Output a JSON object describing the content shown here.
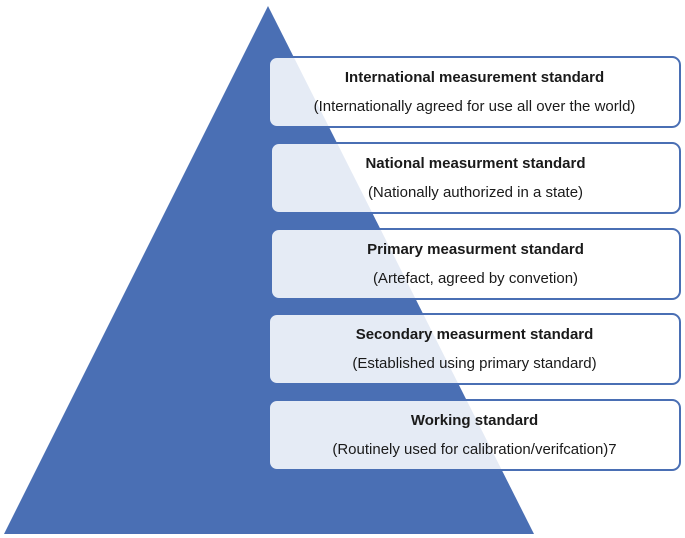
{
  "diagram": {
    "fill_color": "#4a6fb4",
    "box_border_color": "#4a6fb4",
    "levels": [
      {
        "title": "International measurement standard",
        "description": "(Internationally agreed for use all over the world)"
      },
      {
        "title": "National measurment standard",
        "description": "(Nationally authorized in a state)"
      },
      {
        "title": "Primary measurment standard",
        "description": "(Artefact, agreed by convetion)"
      },
      {
        "title": "Secondary measurment standard",
        "description": "(Established using primary standard)"
      },
      {
        "title": "Working standard",
        "description": "(Routinely used for calibration/verifcation)7"
      }
    ]
  }
}
